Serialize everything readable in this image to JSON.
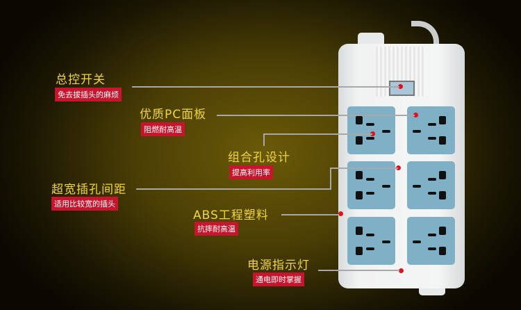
{
  "features": [
    {
      "title": "总控开关",
      "tag": "免去拔插头的麻烦"
    },
    {
      "title": "优质PC面板",
      "tag": "阻燃耐高温"
    },
    {
      "title": "组合孔设计",
      "tag": "提高利用率"
    },
    {
      "title": "超宽插孔间距",
      "tag": "适用比较宽的插头"
    },
    {
      "title": "ABS工程塑料",
      "tag": "抗摔耐高温"
    },
    {
      "title": "电源指示灯",
      "tag": "通电即时掌握"
    }
  ],
  "colors": {
    "title": "#f0d63a",
    "tag": "#c8152e",
    "socket": "#7fb0c5"
  }
}
